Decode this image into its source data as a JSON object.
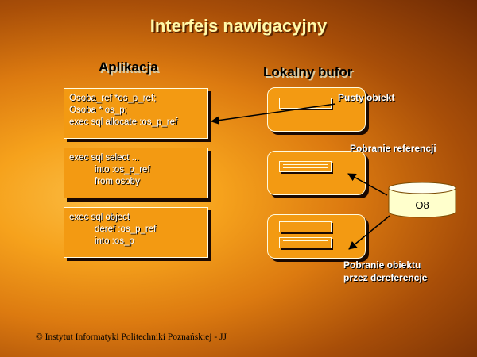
{
  "slide": {
    "title": "Interfejs nawigacyjny",
    "footer": "© Instytut Informatyki Politechniki Poznańskiej - JJ"
  },
  "columns": {
    "application": "Aplikacja",
    "cache": "Lokalny bufor"
  },
  "code_blocks": [
    {
      "text": "Osoba_ref *os_p_ref;\nOsoba * os_p;\nexec sql allocate :os_p_ref"
    },
    {
      "text": "exec sql select ...\n          into :os_p_ref\n          from osoby"
    },
    {
      "text": "exec sql object\n          deref :os_p_ref\n          into :os_p"
    }
  ],
  "annotations": {
    "empty_object": "Pusty obiekt",
    "fetch_reference": "Pobranie referencji",
    "fetch_object": "Pobranie obiektu\nprzez dereferencje"
  },
  "database": {
    "label": "O8"
  },
  "colors": {
    "box_fill": "#f39a12",
    "title_text": "#fff8a8",
    "border": "#fffbe0"
  }
}
